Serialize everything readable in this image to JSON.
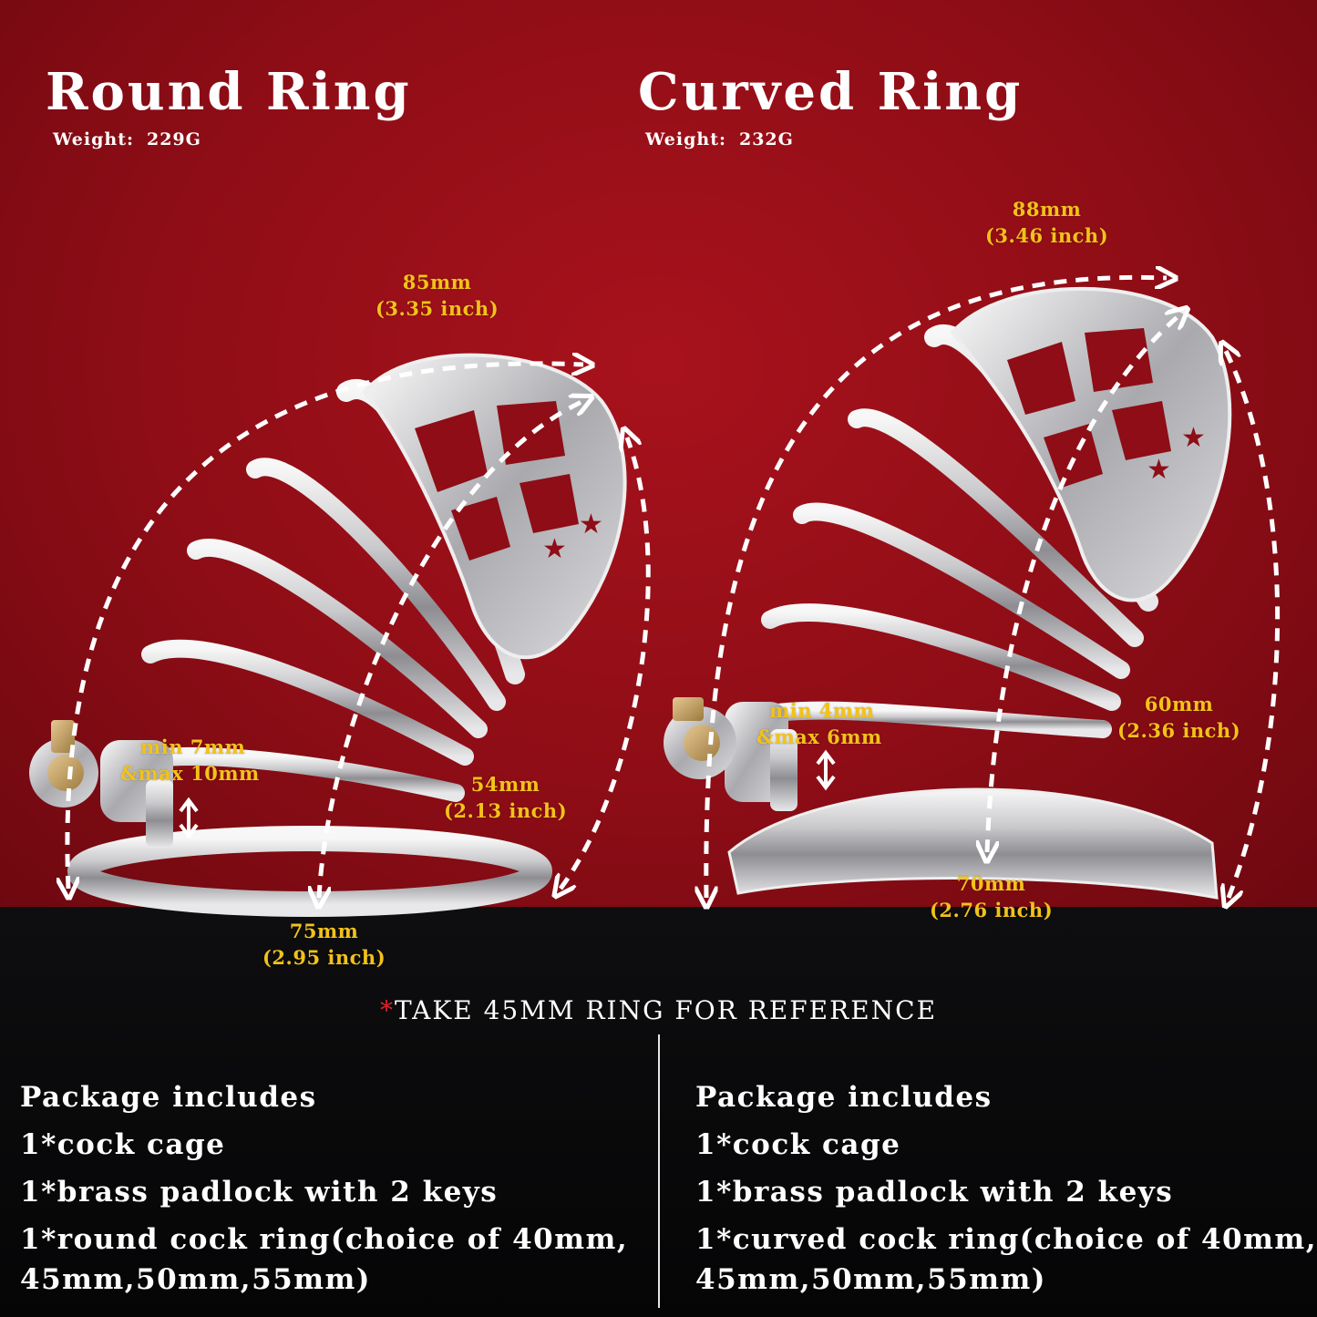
{
  "left": {
    "title": "Round Ring",
    "weight_label": "Weight:",
    "weight_value": "229G",
    "dims": {
      "top_mm": "85mm",
      "top_in": "(3.35 inch)",
      "gap_min": "min 7mm",
      "gap_max": "&max 10mm",
      "side_mm": "54mm",
      "side_in": "(2.13 inch)",
      "bottom_mm": "75mm",
      "bottom_in": "(2.95 inch)"
    },
    "package": {
      "heading": "Package includes",
      "items": [
        "1*cock cage",
        "1*brass padlock with 2 keys",
        "1*round cock ring(choice of 40mm,",
        "45mm,50mm,55mm)"
      ]
    }
  },
  "right": {
    "title": "Curved Ring",
    "weight_label": "Weight:",
    "weight_value": "232G",
    "dims": {
      "top_mm": "88mm",
      "top_in": "(3.46 inch)",
      "gap_min": "min 4mm",
      "gap_max": "&max 6mm",
      "side_mm": "60mm",
      "side_in": "(2.36 inch)",
      "bottom_mm": "70mm",
      "bottom_in": "(2.76 inch)"
    },
    "package": {
      "heading": "Package includes",
      "items": [
        "1*cock cage",
        "1*brass padlock with 2 keys",
        "1*curved cock ring(choice of 40mm,",
        "45mm,50mm,55mm)"
      ]
    }
  },
  "reference": {
    "asterisk": "*",
    "text": "TAKE 45MM RING FOR REFERENCE"
  },
  "colors": {
    "background_top": "#8e0d16",
    "background_bottom": "#050506",
    "dimension_text": "#f2c21a",
    "text": "#ffffff",
    "asterisk": "#e0202a"
  },
  "images": [
    "round-ring-cage-product",
    "curved-ring-cage-product"
  ]
}
